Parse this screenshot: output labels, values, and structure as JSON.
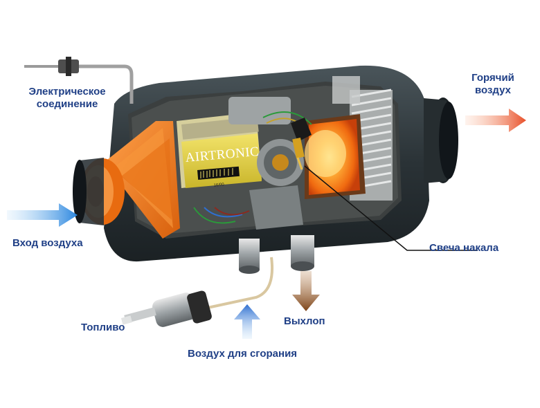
{
  "labels": {
    "electrical": [
      "Электрическое",
      "соединение"
    ],
    "hot_air": [
      "Горячий",
      "воздух"
    ],
    "air_inlet": "Вход воздуха",
    "glow_plug": "Свеча накала",
    "exhaust": "Выхлоп",
    "fuel": "Топливо",
    "combustion_air": "Воздух для сгорания"
  },
  "product": {
    "brand_name": "AIRTRONIC",
    "sticker_code": "16/00"
  },
  "colors": {
    "label_text": "#1f3f86",
    "housing": "#2c3438",
    "fan_orange": "#f07d1a",
    "flame": "#ff7a00",
    "blue_arrow": "#2f7bd6",
    "exhaust_arrow": "#8a4a1c",
    "hot_air_arrow": "#e8502a"
  }
}
